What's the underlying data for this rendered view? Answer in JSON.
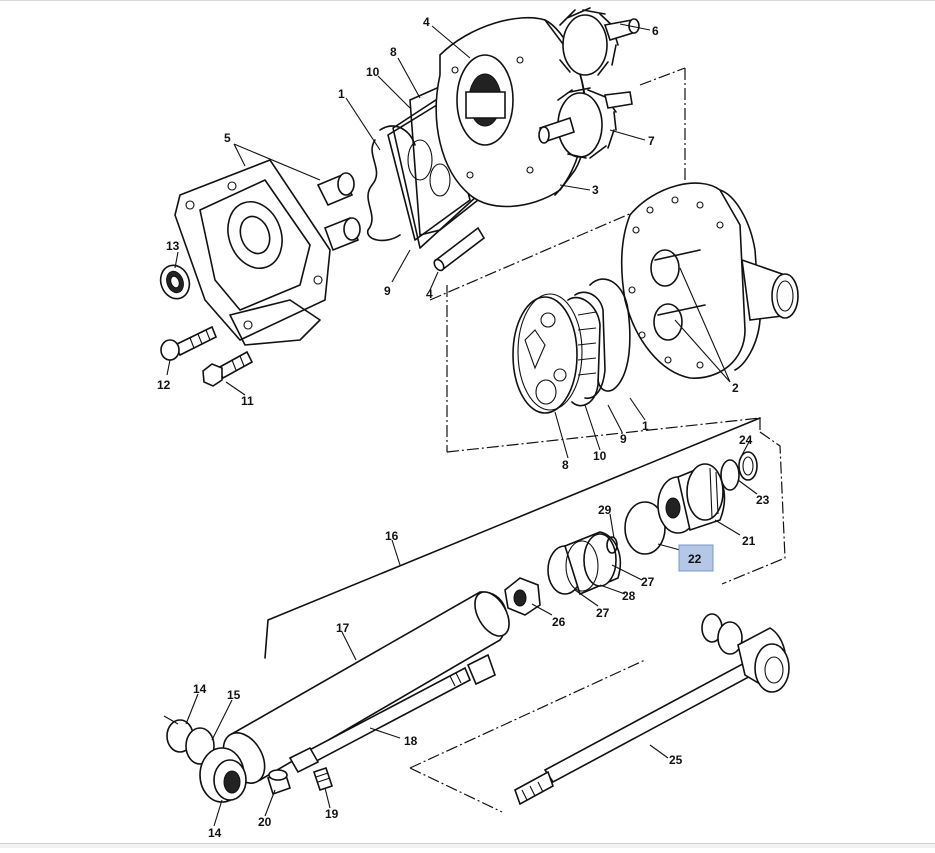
{
  "diagram": {
    "labels": [
      "1",
      "2",
      "3",
      "4",
      "5",
      "6",
      "7",
      "8",
      "9",
      "10",
      "11",
      "12",
      "13",
      "14",
      "15",
      "16",
      "17",
      "18",
      "19",
      "20",
      "21",
      "22",
      "23",
      "24",
      "25",
      "26",
      "27",
      "28",
      "29"
    ],
    "highlighted": "22",
    "highlight_color": "#b4c7e7"
  }
}
